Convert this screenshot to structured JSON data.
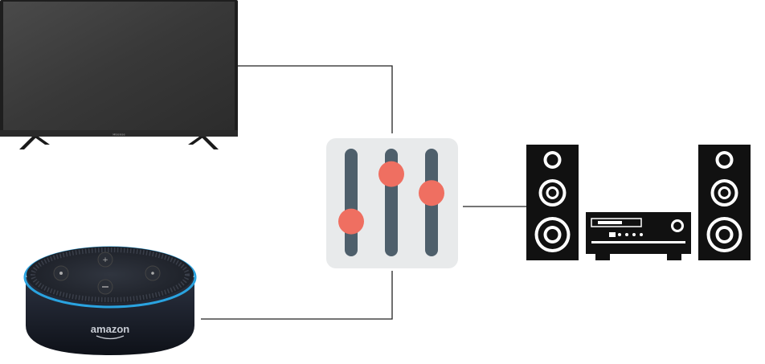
{
  "devices": {
    "tv": {
      "brand_text": "Hisense"
    },
    "echo": {
      "brand_text": "amazon"
    },
    "mixer": {
      "slider_levels": [
        0.3,
        0.8,
        0.6
      ]
    }
  },
  "colors": {
    "wire": "#222222",
    "tv_screen": "#3a3a3a",
    "tv_bezel": "#1e1e1e",
    "mixer_panel": "#e8eaeb",
    "mixer_track": "#4e5f6b",
    "mixer_knob": "#ef6f61",
    "speaker_body": "#111111",
    "echo_body": "#1b1f2a",
    "echo_ring": "#2aa3e0"
  }
}
